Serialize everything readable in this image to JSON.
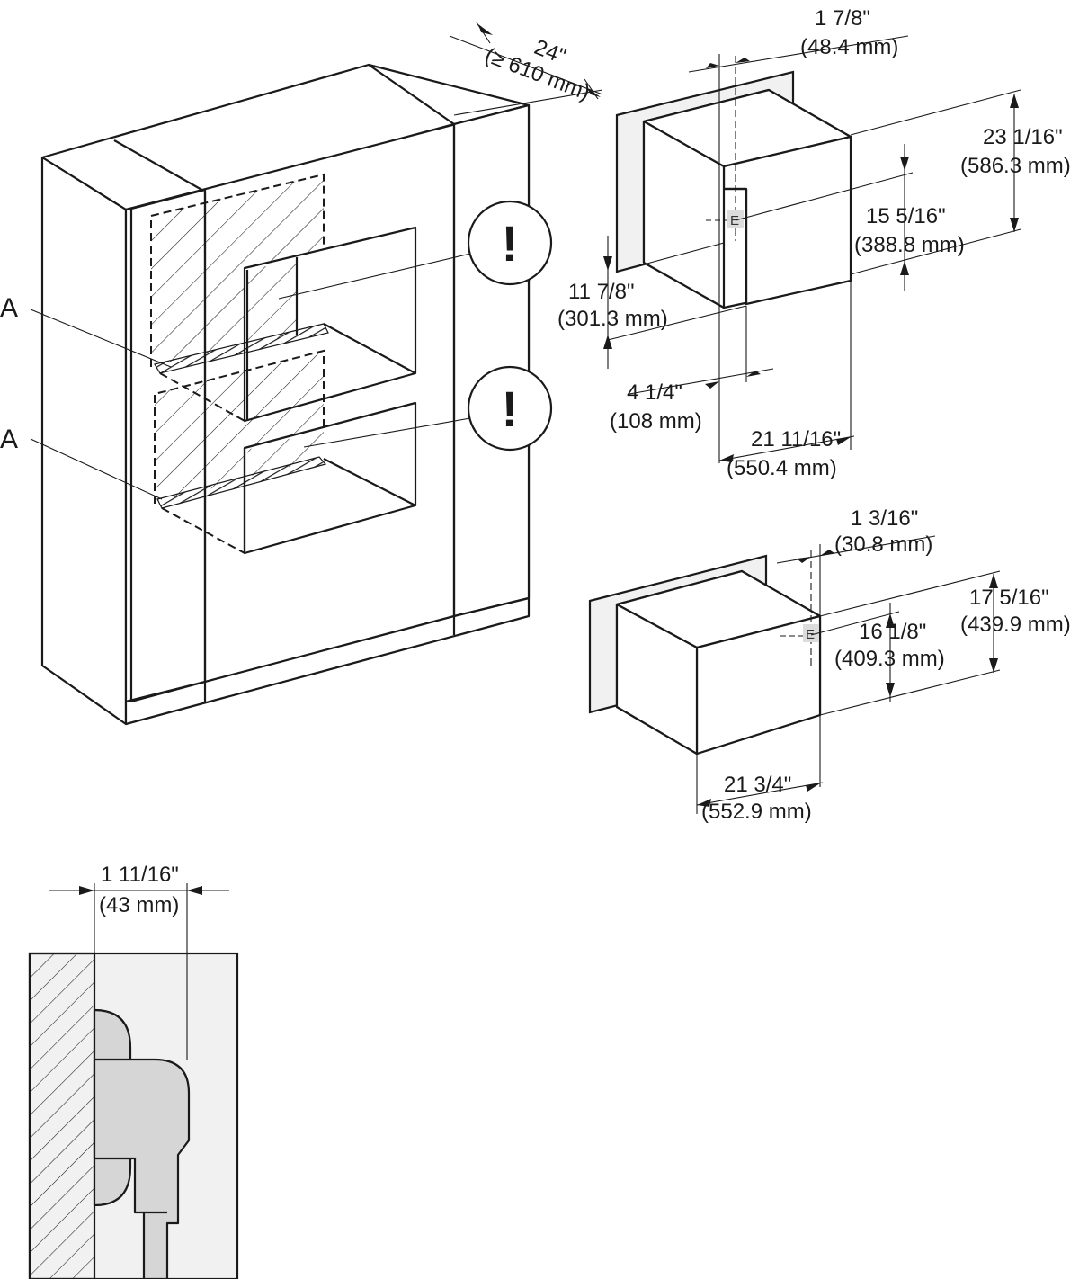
{
  "labels": {
    "a_upper": "A",
    "a_lower": "A",
    "warning_upper": "!",
    "warning_lower": "!",
    "e_upper": "E",
    "e_lower": "E"
  },
  "cabinet": {
    "depth_in": "24\"",
    "depth_mm": "(≥ 610 mm)"
  },
  "oven": {
    "flange_in": "1 7/8\"",
    "flange_mm": "(48.4 mm)",
    "height_in": "23 1/16\"",
    "height_mm": "(586.3 mm)",
    "elec_height_in": "15 5/16\"",
    "elec_height_mm": "(388.8 mm)",
    "lower_in": "11 7/8\"",
    "lower_mm": "(301.3 mm)",
    "elec_offset_in": "4 1/4\"",
    "elec_offset_mm": "(108 mm)",
    "depth_in": "21 11/16\"",
    "depth_mm": "(550.4 mm)"
  },
  "drawer": {
    "flange_in": "1 3/16\"",
    "flange_mm": "(30.8 mm)",
    "elec_height_in": "16 1/8\"",
    "elec_height_mm": "(409.3 mm)",
    "height_in": "17 5/16\"",
    "height_mm": "(439.9 mm)",
    "depth_in": "21 3/4\"",
    "depth_mm": "(552.9 mm)"
  },
  "plug": {
    "clearance_in": "1 11/16\"",
    "clearance_mm": "(43 mm)"
  }
}
